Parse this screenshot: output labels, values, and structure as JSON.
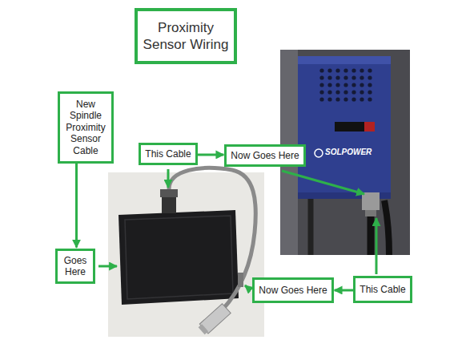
{
  "diagram": {
    "title": "Proximity Sensor Wiring",
    "nodes": [
      {
        "text": [
          "New Spindle Proximity Sensor Cable"
        ]
      },
      {
        "text": [
          "This Cable"
        ]
      },
      {
        "text": [
          "Now Goes Here"
        ]
      },
      {
        "text": [
          "Goes Here"
        ]
      },
      {
        "text": [
          "Now Goes Here"
        ]
      },
      {
        "text": [
          "This Cable"
        ]
      }
    ],
    "edges": [
      {
        "from": 0,
        "to": 3,
        "arrow": "to"
      },
      {
        "from": 1,
        "to": 2,
        "arrow": "to"
      },
      {
        "from": 5,
        "to": 4,
        "arrow": "to"
      }
    ],
    "labels": [
      "SOLPOWER"
    ]
  }
}
